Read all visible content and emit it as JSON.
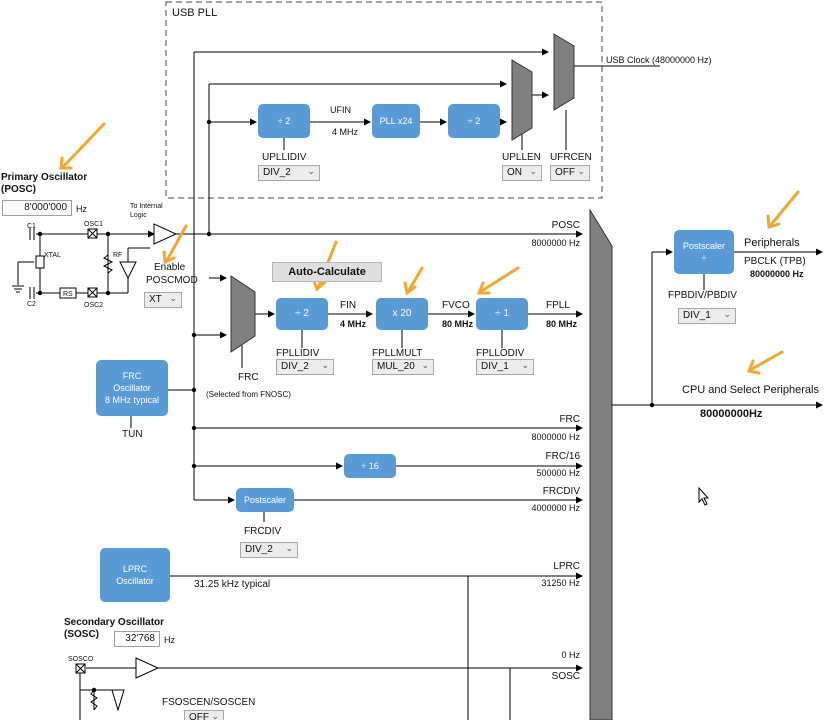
{
  "usb_pll": {
    "title": "USB PLL",
    "usb_clock_label": "USB Clock (48000000 Hz)",
    "block_div2_a": "÷ 2",
    "ufin_label": "UFIN",
    "ufin_freq": "4 MHz",
    "block_pll": "PLL x24",
    "block_div2_b": "÷ 2",
    "upllidiv_label": "UPLLIDIV",
    "upllidiv_value": "DIV_2",
    "upllen_label": "UPLLEN",
    "upllen_value": "ON",
    "ufrcen_label": "UFRCEN",
    "ufrcen_value": "OFF"
  },
  "posc": {
    "title": "Primary Oscillator\n(POSC)",
    "freq_input": "8'000'000",
    "unit": "Hz",
    "to_internal_logic": "To Internal\nLogic",
    "c1": "C1",
    "c2": "C2",
    "xtal": "XTAL",
    "rf": "RF",
    "rs": "RS",
    "osc1": "OSC1",
    "osc2": "OSC2",
    "enable_label": "Enable",
    "poscmod_label": "POSCMOD",
    "poscmod_value": "XT",
    "out_label": "POSC",
    "out_freq": "8000000 Hz"
  },
  "main_pll": {
    "auto_calculate": "Auto-Calculate",
    "block_div": "÷  2",
    "fin_label": "FIN",
    "fin_freq": "4 MHz",
    "block_mult": "x 20",
    "fvco_label": "FVCO",
    "fvco_freq": "80 MHz",
    "block_odiv": "÷  1",
    "fpll_label": "FPLL",
    "fpll_freq": "80 MHz",
    "fpllidiv_label": "FPLLIDIV",
    "fpllidiv_value": "DIV_2",
    "fpllmult_label": "FPLLMULT",
    "fpllmult_value": "MUL_20",
    "fpllodiv_label": "FPLLODIV",
    "fpllodiv_value": "DIV_1",
    "mux_label": "FRC",
    "mux_note": "(Selected from FNOSC)"
  },
  "frc": {
    "block": "FRC\nOscillator\n8 MHz typical",
    "tun_label": "TUN",
    "out_label": "FRC",
    "out_freq": "8000000 Hz",
    "div16_block": "÷ 16",
    "div16_label": "FRC/16",
    "div16_freq": "500000 Hz",
    "postscaler_block": "Postscaler",
    "frcdiv_out_label": "FRCDIV",
    "frcdiv_out_freq": "4000000 Hz",
    "frcdiv_label": "FRCDIV",
    "frcdiv_value": "DIV_2"
  },
  "lprc": {
    "block": "LPRC\nOscillator",
    "typical": "31.25 kHz typical",
    "out_label": "LPRC",
    "out_freq": "31250 Hz"
  },
  "sosc": {
    "title": "Secondary Oscillator\n(SOSC)",
    "freq_input": "32'768",
    "unit": "Hz",
    "sosco": "SOSCO",
    "out_freq": "0 Hz",
    "out_label": "SOSC",
    "fsoscen_label": "FSOSCEN/SOSCEN",
    "fsoscen_value": "OFF"
  },
  "peripherals": {
    "postscaler_block": "Postscaler\n÷",
    "peripherals_label": "Peripherals",
    "pbclk_label": "PBCLK (TPB)",
    "pbclk_freq": "80000000 Hz",
    "fpbdiv_label": "FPBDIV/PBDIV",
    "fpbdiv_value": "DIV_1",
    "cpu_label": "CPU and Select Peripherals",
    "cpu_freq": "80000000Hz"
  },
  "colors": {
    "block_blue": "#5b9bd5",
    "mux_gray": "#808080",
    "annotation_orange": "#f0a830"
  }
}
